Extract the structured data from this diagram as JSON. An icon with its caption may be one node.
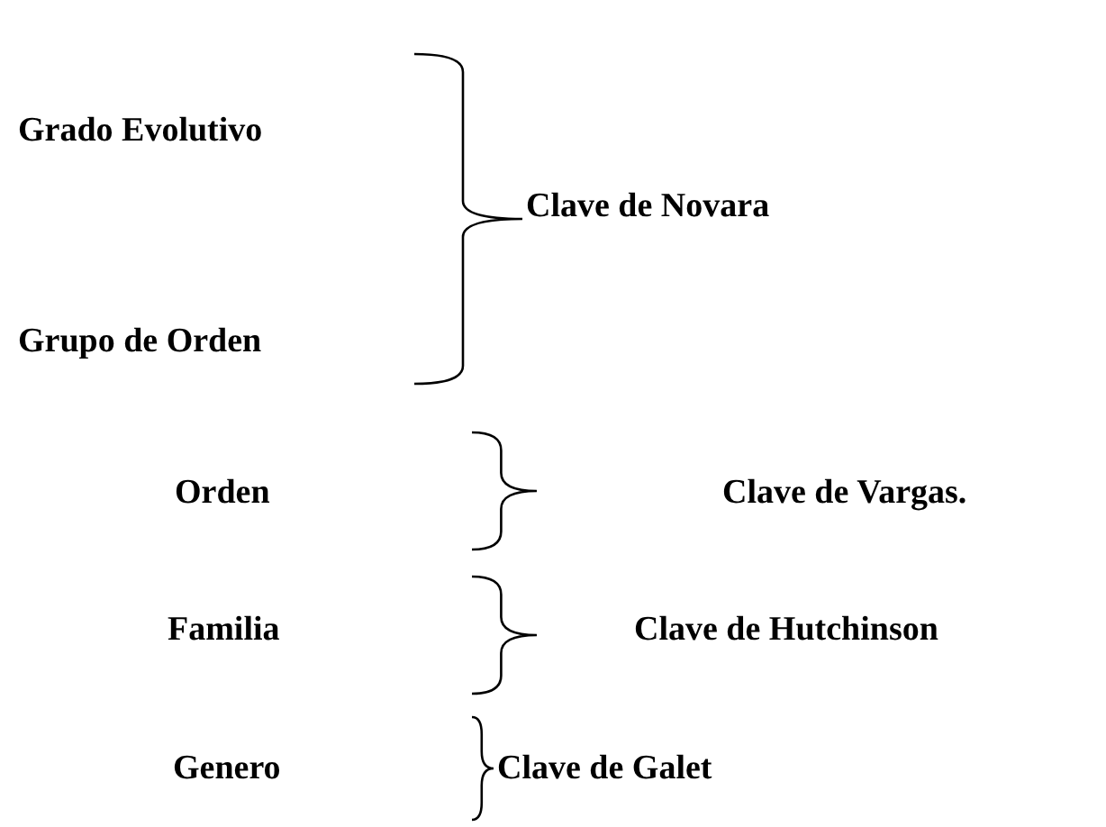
{
  "diagram": {
    "labels": [
      "Grado Evolutivo",
      "Clave de Novara",
      "Grupo de Orden",
      "Orden",
      "Clave de Vargas.",
      "Familia",
      "Clave de Hutchinson",
      "Genero",
      "Clave de Galet"
    ]
  }
}
